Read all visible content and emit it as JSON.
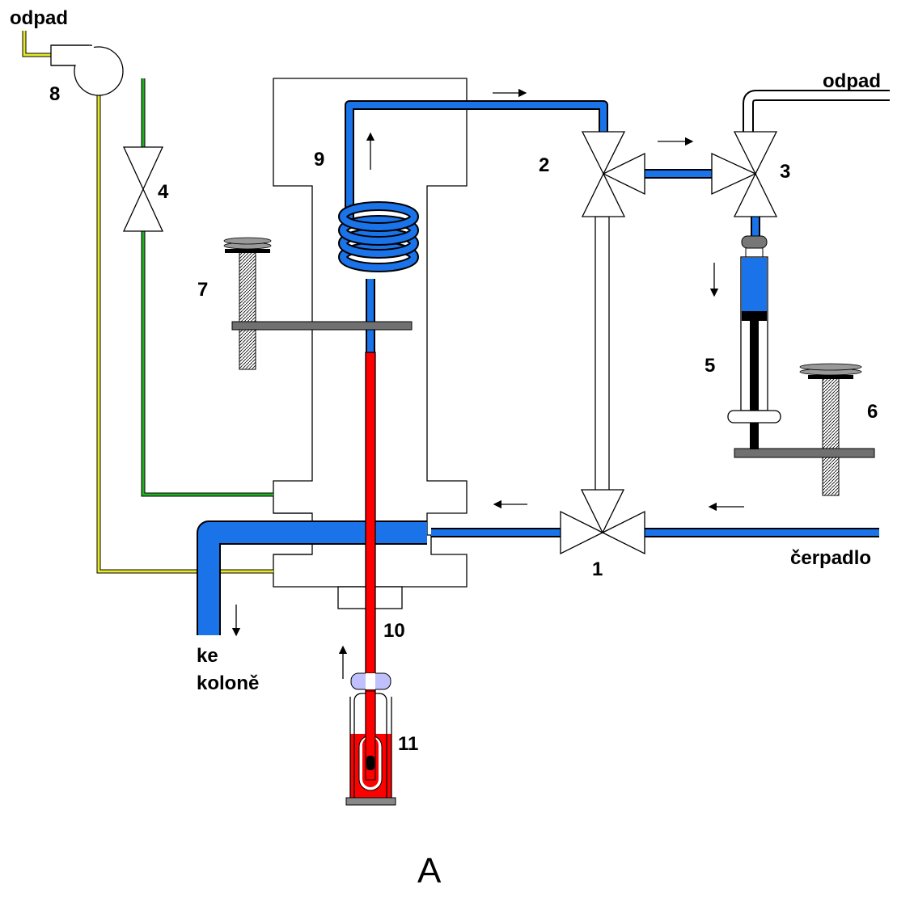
{
  "labels": {
    "waste_left": "odpad",
    "waste_right": "odpad",
    "pump": "čerpadlo",
    "to_column_1": "ke",
    "to_column_2": "koloně",
    "figure": "A"
  },
  "numbers": {
    "n1": "1",
    "n2": "2",
    "n3": "3",
    "n4": "4",
    "n5": "5",
    "n6": "6",
    "n7": "7",
    "n8": "8",
    "n9": "9",
    "n10": "10",
    "n11": "11"
  },
  "colors": {
    "liquid_blue": "#1a73e8",
    "sample_red": "#ff0000",
    "gas_yellow": "#e8e82a",
    "gas_green": "#22b022",
    "plate_gray": "#707070"
  },
  "icons": [
    "valve-icon",
    "fan-icon",
    "syringe-icon",
    "screw-icon",
    "coil-icon",
    "vial-icon",
    "arrow-icon"
  ]
}
